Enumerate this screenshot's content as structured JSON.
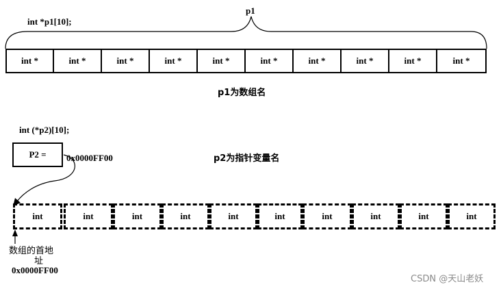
{
  "array1": {
    "declaration": "int  *p1[10];",
    "name_label": "p1",
    "cells": [
      "int *",
      "int *",
      "int *",
      "int *",
      "int *",
      "int *",
      "int *",
      "int *",
      "int *",
      "int *"
    ],
    "caption": "p1为数组名"
  },
  "array2": {
    "declaration": "int  (*p2)[10];",
    "pointer_box_label": "P2 =",
    "pointer_value": "0x0000FF00",
    "caption": "p2为指针变量名",
    "cells": [
      "int",
      "int",
      "int",
      "int",
      "int",
      "int",
      "int",
      "int",
      "int",
      "int"
    ],
    "base_label_line1": "数组的首地",
    "base_label_line2": "址",
    "base_address": "0x0000FF00"
  },
  "watermark": "CSDN @天山老妖"
}
